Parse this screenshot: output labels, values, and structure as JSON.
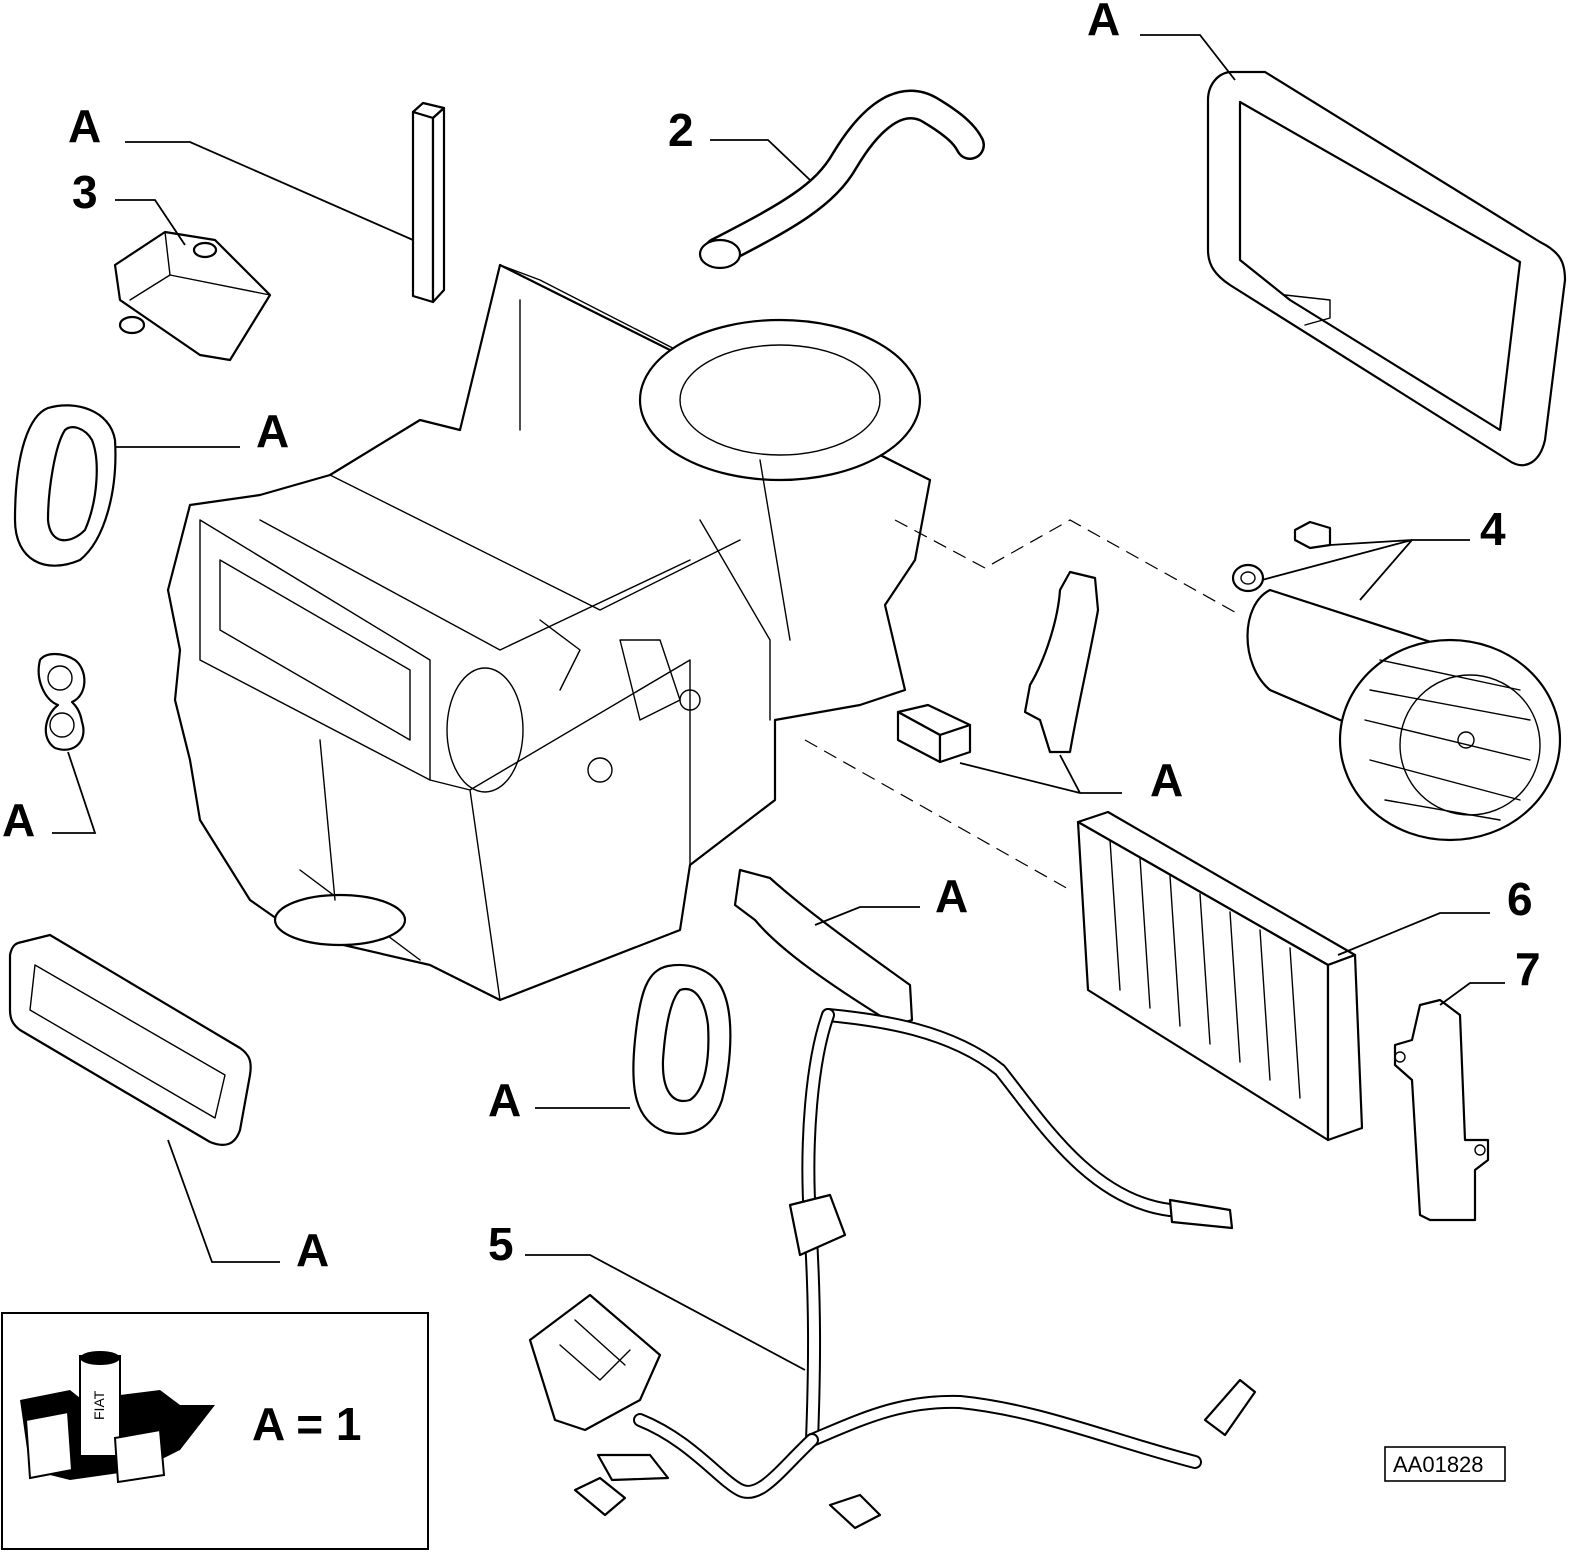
{
  "diagram": {
    "callouts": {
      "a_top_right": "A",
      "a_top_left": "A",
      "n2": "2",
      "n3": "3",
      "a_left_seal": "A",
      "n4": "4",
      "a_left_small": "A",
      "a_center_right": "A",
      "a_center_bottom": "A",
      "n6": "6",
      "n7": "7",
      "a_bottom_seal": "A",
      "a_bottom_left": "A",
      "n5": "5"
    },
    "legend": {
      "equation": "A = 1",
      "brand_label": "FIAT"
    },
    "reference_code": "AA01828"
  }
}
